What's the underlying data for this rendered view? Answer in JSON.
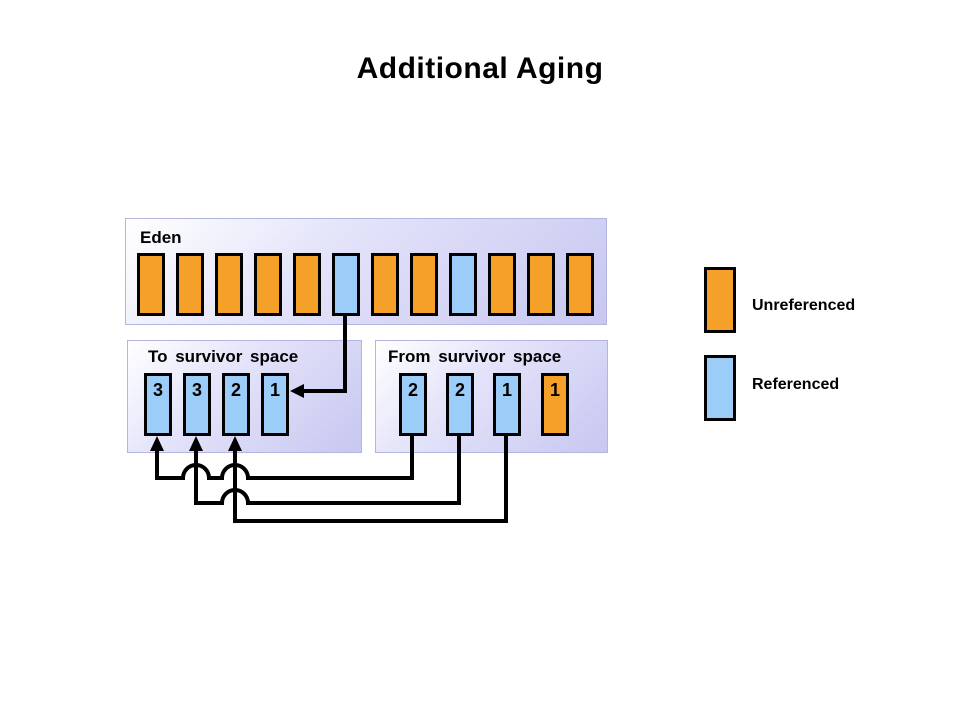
{
  "title": "Additional Aging",
  "eden": {
    "label": "Eden",
    "blocks": [
      "unreferenced",
      "unreferenced",
      "unreferenced",
      "unreferenced",
      "unreferenced",
      "referenced",
      "unreferenced",
      "unreferenced",
      "referenced",
      "unreferenced",
      "unreferenced",
      "unreferenced"
    ]
  },
  "to_survivor": {
    "label": "To survivor space",
    "blocks": [
      {
        "age": "3",
        "state": "referenced"
      },
      {
        "age": "3",
        "state": "referenced"
      },
      {
        "age": "2",
        "state": "referenced"
      },
      {
        "age": "1",
        "state": "referenced"
      }
    ]
  },
  "from_survivor": {
    "label": "From survivor space",
    "blocks": [
      {
        "age": "2",
        "state": "referenced"
      },
      {
        "age": "2",
        "state": "referenced"
      },
      {
        "age": "1",
        "state": "referenced"
      },
      {
        "age": "1",
        "state": "unreferenced"
      }
    ]
  },
  "legend": [
    {
      "label": "Unreferenced",
      "state": "unreferenced"
    },
    {
      "label": "Referenced",
      "state": "referenced"
    }
  ],
  "colors": {
    "unreferenced": "#F5A028",
    "referenced": "#9CCCF8",
    "panel_start": "#FFFFFF",
    "panel_end": "#C7C7F1",
    "line": "#000000"
  }
}
